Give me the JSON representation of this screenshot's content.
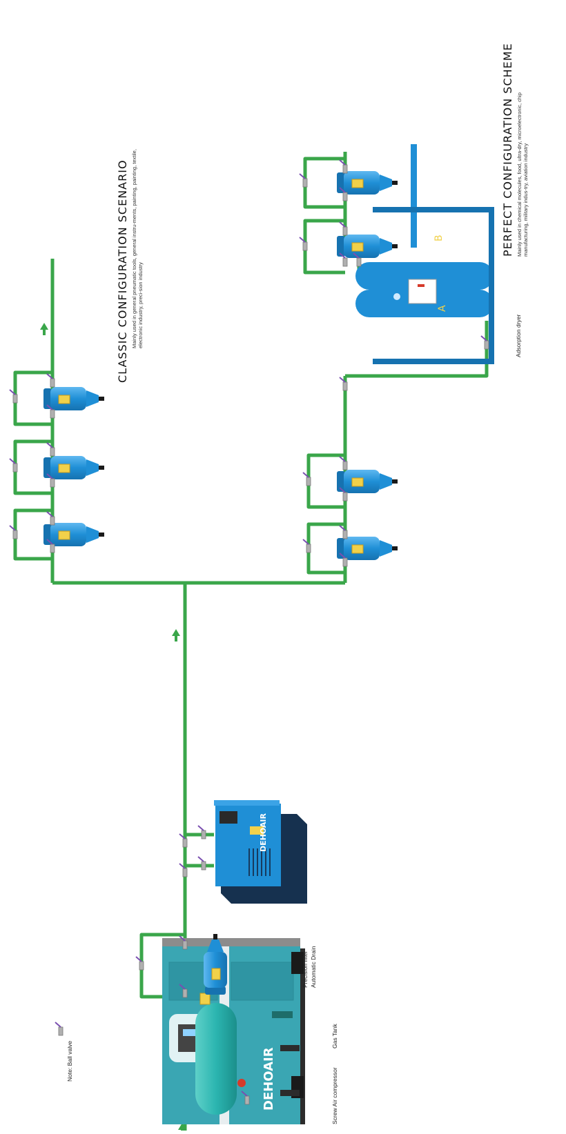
{
  "classic": {
    "title": "CLASSIC CONFIGURATION SCENARIO",
    "description": "Mainly used in general pneumatic tools, general instru-ments, painting, painting, textile, electronic industry, preci-sion industry"
  },
  "perfect": {
    "title": "PERFECT CONFIGURATION SCHEME",
    "description": "Mainly used in chemical molecules, food, ultra-dry, microelectronic, chip manufacturing, military indus-try, aviation industry"
  },
  "labels": {
    "compressor": "Screw Air compressor",
    "gas_tank": "Gas Tank",
    "precision_filter_1": "Precision filter",
    "precision_filter_2": "Automatic Drain",
    "adsorption_dryer": "Adsorption dryer",
    "note": "Note: Ball valve"
  },
  "brand": "DEHOAIR",
  "dryer_marks": {
    "a": "A",
    "b": "B"
  },
  "colors": {
    "pipe": "#3aa64a",
    "equipment_blue": "#1f8fd6",
    "tank_teal": "#2bb5b0",
    "compressor_teal": "#3aa6b3"
  }
}
